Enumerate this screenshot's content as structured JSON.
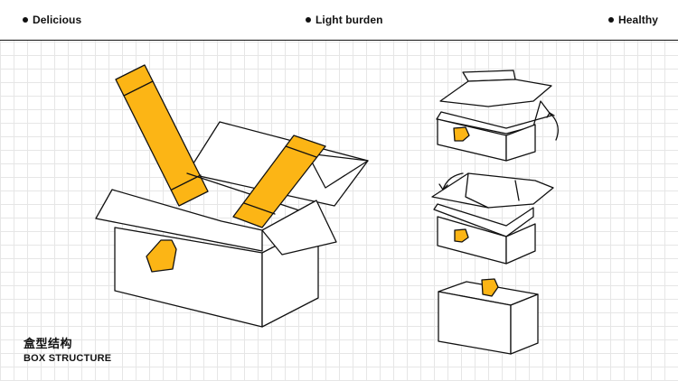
{
  "header": {
    "features": [
      {
        "label": "Delicious"
      },
      {
        "label": "Light burden"
      },
      {
        "label": "Healthy"
      }
    ]
  },
  "caption": {
    "title_cn": "盒型结构",
    "title_en": "BOX STRUCTURE"
  },
  "colors": {
    "accent": "#FCB515",
    "stroke": "#111111",
    "grid": "#e6e6e6"
  }
}
